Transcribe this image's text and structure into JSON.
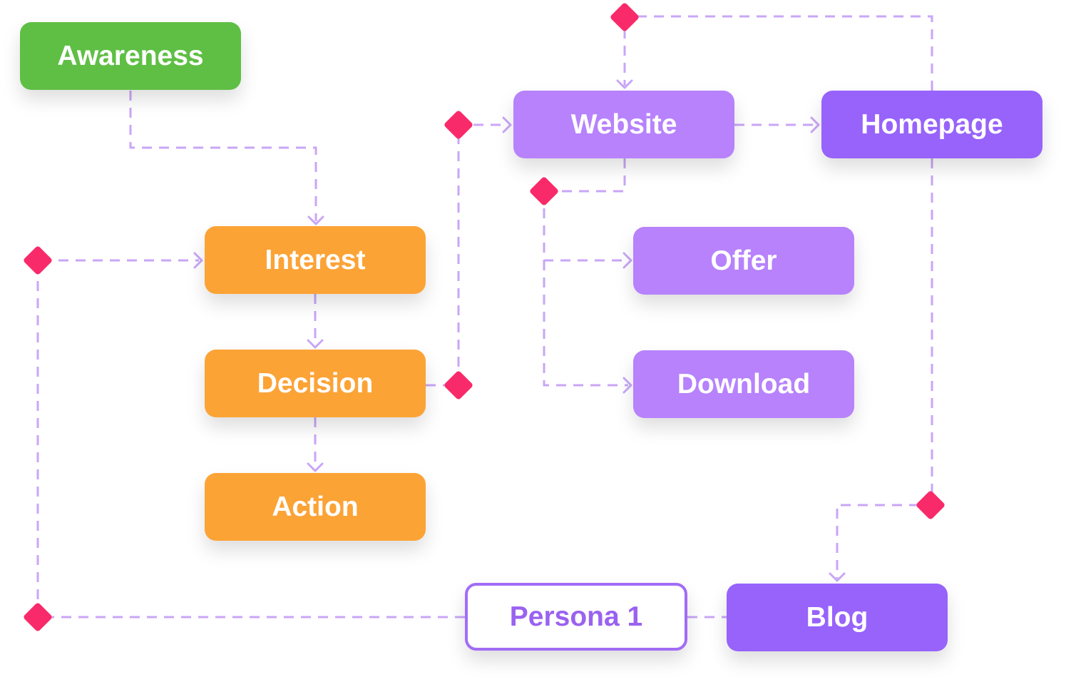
{
  "colors": {
    "awareness": "#5fbf45",
    "stage": "#fca336",
    "page_light": "#b782fc",
    "page_dark": "#9763fb",
    "persona_border": "#a26cf5",
    "persona_text": "#9a62f0",
    "connector": "#c9a6f7",
    "decision_marker": "#f92a6a"
  },
  "nodes": {
    "awareness": {
      "label": "Awareness"
    },
    "interest": {
      "label": "Interest"
    },
    "decision": {
      "label": "Decision"
    },
    "action": {
      "label": "Action"
    },
    "website": {
      "label": "Website"
    },
    "homepage": {
      "label": "Homepage"
    },
    "offer": {
      "label": "Offer"
    },
    "download": {
      "label": "Download"
    },
    "persona": {
      "label": "Persona 1"
    },
    "blog": {
      "label": "Blog"
    }
  },
  "decision_markers": [
    "marker-top",
    "marker-website-entry",
    "marker-website-branch",
    "marker-interest-entry",
    "marker-decision-exit",
    "marker-homepage-branch",
    "marker-persona-loop"
  ],
  "edges": [
    {
      "from": "awareness",
      "to": "interest"
    },
    {
      "from": "interest",
      "to": "decision"
    },
    {
      "from": "decision",
      "to": "action"
    },
    {
      "from": "decision",
      "to": "website"
    },
    {
      "from": "website",
      "to": "homepage"
    },
    {
      "from": "website",
      "to": "offer"
    },
    {
      "from": "website",
      "to": "download"
    },
    {
      "from": "homepage",
      "to": "website"
    },
    {
      "from": "homepage",
      "to": "blog"
    },
    {
      "from": "persona",
      "to": "interest"
    },
    {
      "from": "persona",
      "to": "blog"
    }
  ]
}
